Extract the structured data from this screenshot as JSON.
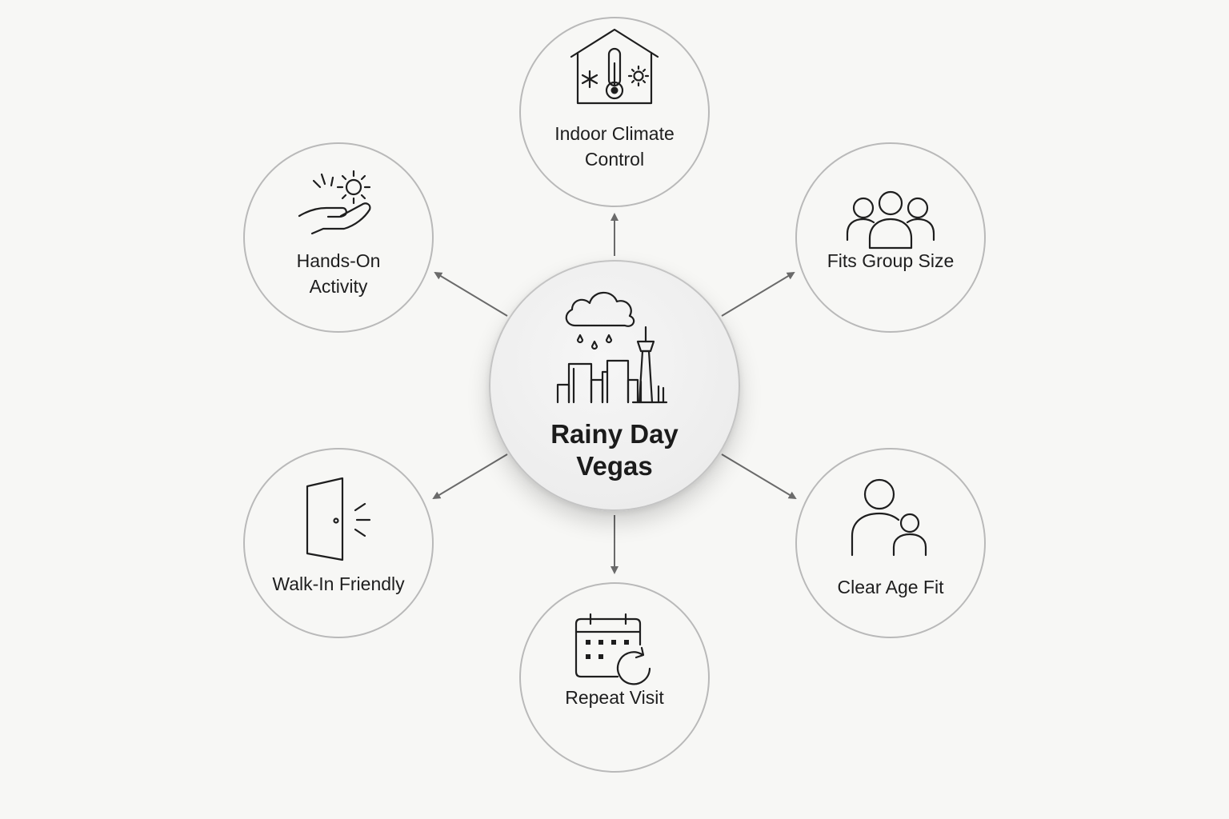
{
  "diagram": {
    "center": {
      "title": "Rainy Day\nVegas",
      "icon": "rainy-city-skyline-icon"
    },
    "nodes": [
      {
        "id": "indoor-climate-control",
        "label": "Indoor Climate\nControl",
        "icon": "house-thermometer-icon"
      },
      {
        "id": "fits-group-size",
        "label": "Fits Group Size",
        "icon": "group-of-people-icon"
      },
      {
        "id": "clear-age-fit",
        "label": "Clear Age Fit",
        "icon": "adult-and-child-icon"
      },
      {
        "id": "repeat-visit",
        "label": "Repeat Visit",
        "icon": "calendar-repeat-icon"
      },
      {
        "id": "walk-in-friendly",
        "label": "Walk-In Friendly",
        "icon": "open-door-icon"
      },
      {
        "id": "hands-on-activity",
        "label": "Hands-On\nActivity",
        "icon": "hand-gear-icon"
      }
    ],
    "colors": {
      "background": "#f7f7f5",
      "outline": "#b9b9b9",
      "arrow": "#6a6a6a",
      "ink": "#1e1e1e"
    }
  }
}
